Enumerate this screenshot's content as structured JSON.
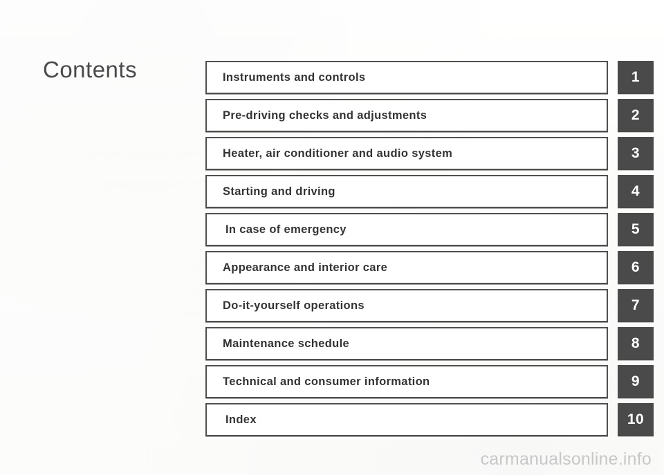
{
  "page": {
    "title": "Contents",
    "background_color": "#fdfdfd",
    "box_border_color": "#4f4f4f",
    "badge_color": "#4a4a4a",
    "badge_text_color": "#ffffff",
    "text_color": "#333333"
  },
  "contents": {
    "entries": [
      {
        "label": "Instruments and controls",
        "number": "1"
      },
      {
        "label": "Pre-driving checks and adjustments",
        "number": "2"
      },
      {
        "label": "Heater, air conditioner and audio system",
        "number": "3"
      },
      {
        "label": "Starting and driving",
        "number": "4"
      },
      {
        "label": "In case of emergency",
        "number": "5"
      },
      {
        "label": "Appearance and interior care",
        "number": "6"
      },
      {
        "label": "Do-it-yourself operations",
        "number": "7"
      },
      {
        "label": "Maintenance schedule",
        "number": "8"
      },
      {
        "label": "Technical and consumer information",
        "number": "9"
      },
      {
        "label": "Index",
        "number": "10"
      }
    ]
  },
  "watermark": {
    "text": "carmanualsonline.info"
  }
}
